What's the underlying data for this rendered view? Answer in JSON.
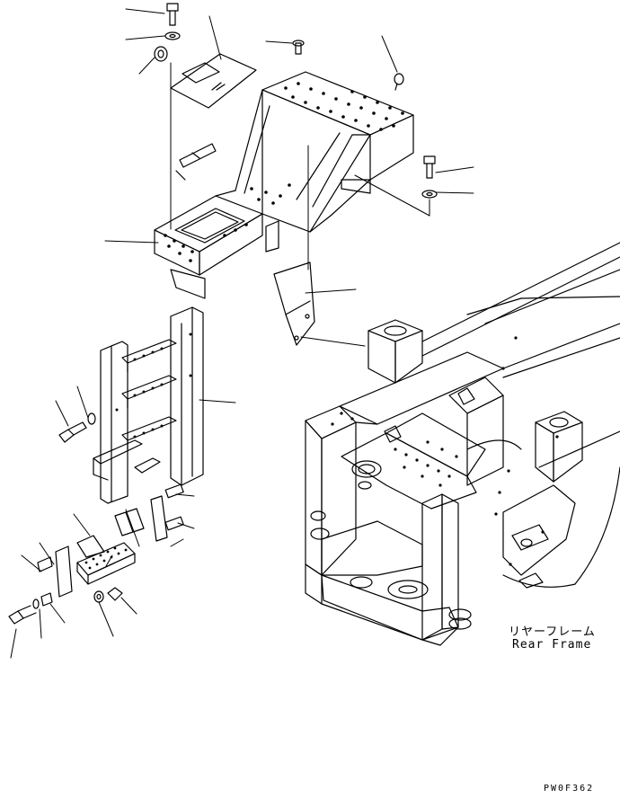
{
  "diagram": {
    "labels": {
      "rear_frame_jp": "リヤーフレーム",
      "rear_frame_en": "Rear Frame",
      "drawing_code": "PW0F362"
    },
    "colors": {
      "line": "#000000",
      "background": "#ffffff"
    }
  }
}
